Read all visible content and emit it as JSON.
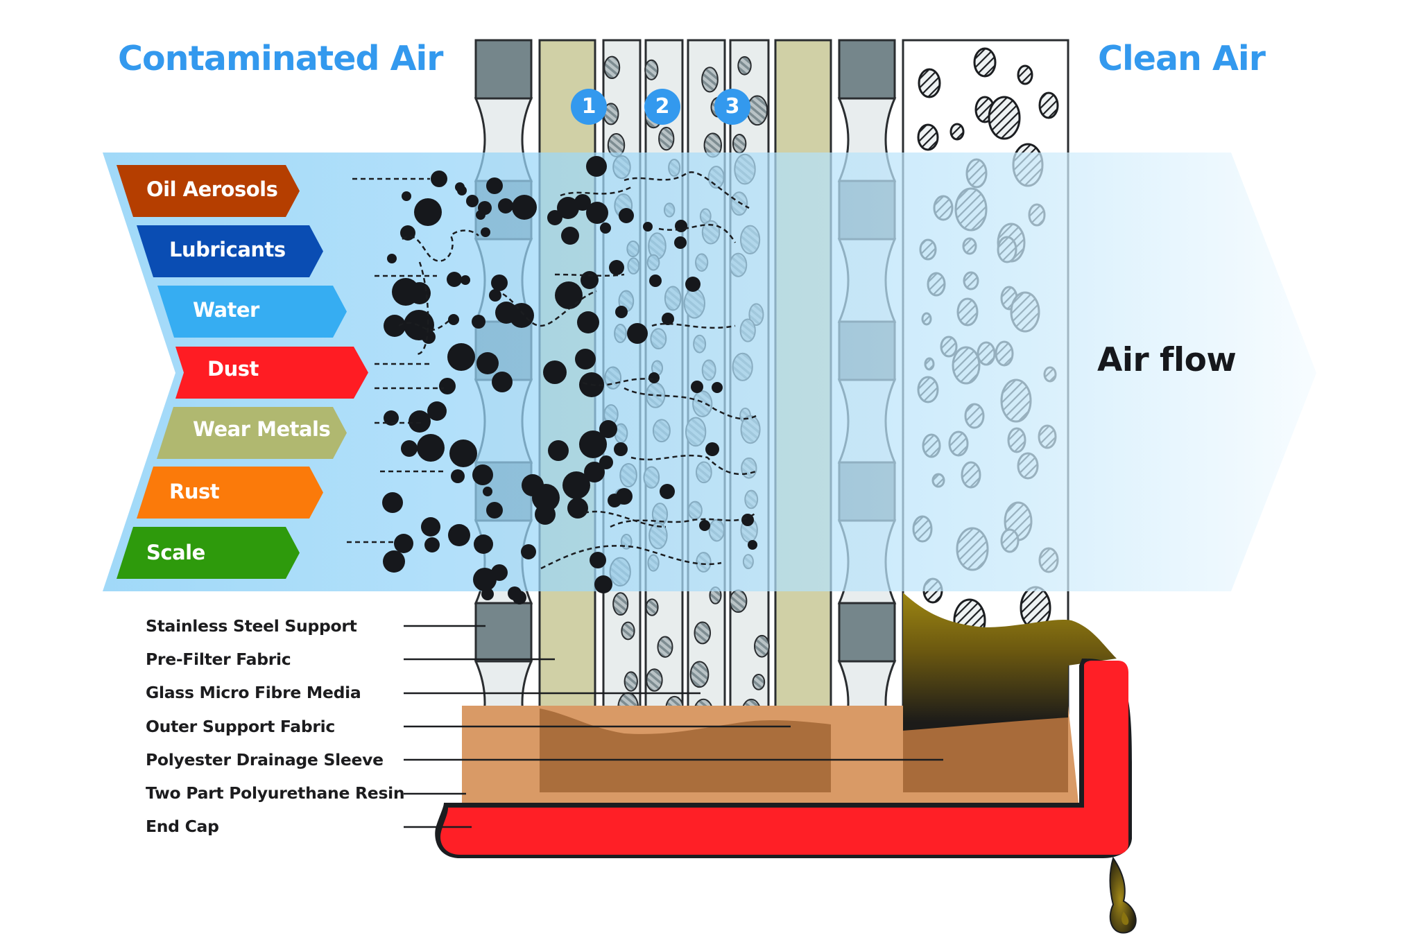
{
  "header": {
    "left_title": "Contaminated Air",
    "right_title": "Clean Air"
  },
  "flow": {
    "label": "Air flow",
    "band_color": "#88cff5"
  },
  "contaminants": [
    {
      "label": "Oil Aerosols",
      "color": "#b53e00"
    },
    {
      "label": "Lubricants",
      "color": "#0a4db3"
    },
    {
      "label": "Water",
      "color": "#36adf2"
    },
    {
      "label": "Dust",
      "color": "#ff1c23"
    },
    {
      "label": "Wear Metals",
      "color": "#b0b870"
    },
    {
      "label": "Rust",
      "color": "#fb7a0a"
    },
    {
      "label": "Scale",
      "color": "#2e9a0c"
    }
  ],
  "stages": [
    {
      "number": "1"
    },
    {
      "number": "2"
    },
    {
      "number": "3"
    }
  ],
  "components": [
    {
      "label": "Stainless Steel Support"
    },
    {
      "label": "Pre-Filter Fabric"
    },
    {
      "label": "Glass Micro Fibre Media"
    },
    {
      "label": "Outer Support Fabric"
    },
    {
      "label": "Polyester Drainage Sleeve"
    },
    {
      "label": "Two Part Polyurethane Resin"
    },
    {
      "label": "End Cap"
    }
  ],
  "colors": {
    "title_blue": "#3399ee",
    "steel_dark": "#75868b",
    "steel_light": "#e8edee",
    "prefilter": "#d0d0a6",
    "media": "#e8eded",
    "resin_light": "#d99a66",
    "resin_dark": "#a86b3a",
    "end_cap": "#ff1f26",
    "oil": "#8a7410"
  }
}
